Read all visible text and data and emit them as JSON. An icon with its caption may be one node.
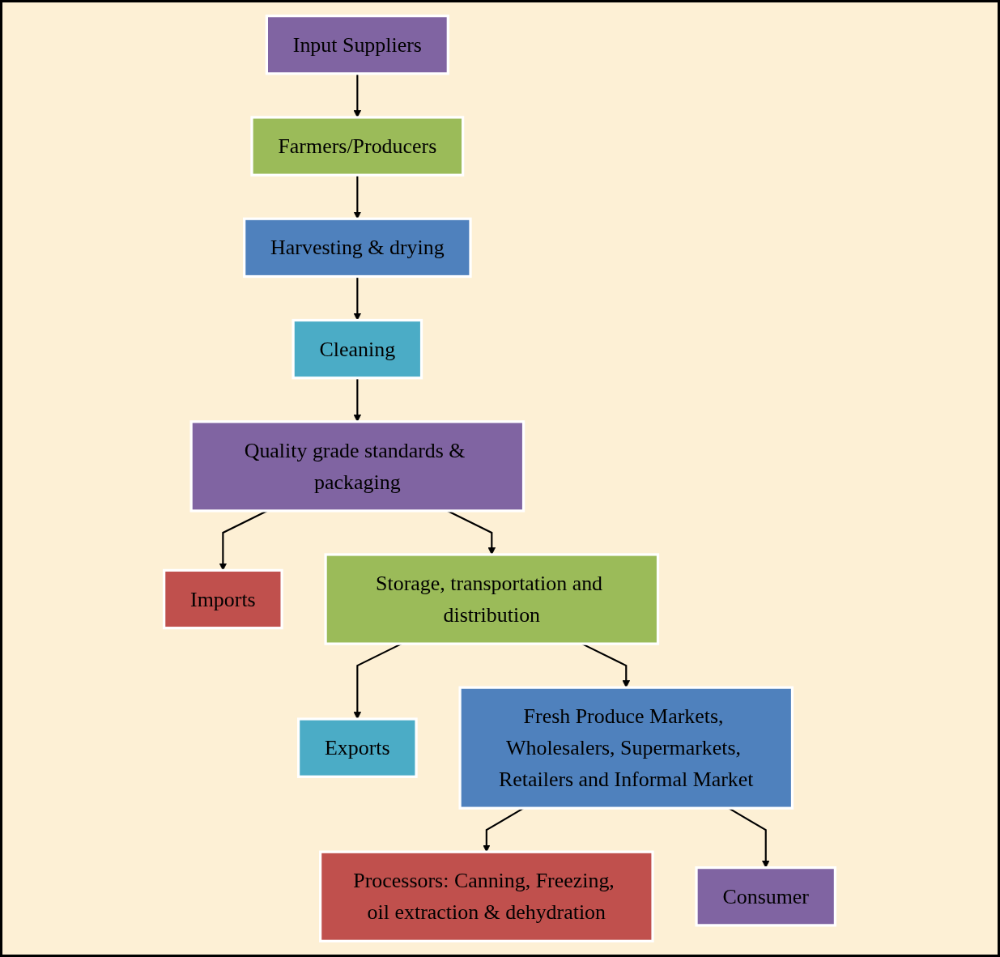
{
  "diagram": {
    "nodes": [
      {
        "text": [
          "Input Suppliers"
        ]
      },
      {
        "text": [
          "Farmers/Producers"
        ]
      },
      {
        "text": [
          "Harvesting & drying"
        ]
      },
      {
        "text": [
          "Cleaning"
        ]
      },
      {
        "text": [
          "Imports"
        ]
      },
      {
        "text": [
          "Quality grade standards & packaging"
        ]
      },
      {
        "text": [
          "Storage, transportation and distribution"
        ]
      },
      {
        "text": [
          "Exports"
        ]
      },
      {
        "text": [
          "Fresh Produce Markets, Wholesalers, Supermarkets, Retailers and Informal Market"
        ]
      },
      {
        "text": [
          "Processors: Canning, Freezing, oil extraction & dehydration"
        ]
      },
      {
        "text": [
          "Consumer"
        ]
      }
    ],
    "edges": [
      {
        "from": 0,
        "to": 1,
        "arrow": "to"
      },
      {
        "from": 1,
        "to": 2,
        "arrow": "to"
      },
      {
        "from": 2,
        "to": 3,
        "arrow": "to"
      },
      {
        "from": 3,
        "to": 5,
        "arrow": "to"
      },
      {
        "from": 5,
        "to": 4,
        "arrow": "to"
      },
      {
        "from": 5,
        "to": 6,
        "arrow": "to"
      },
      {
        "from": 6,
        "to": 7,
        "arrow": "to"
      },
      {
        "from": 6,
        "to": 8,
        "arrow": "to"
      },
      {
        "from": 8,
        "to": 9,
        "arrow": "to"
      },
      {
        "from": 8,
        "to": 10,
        "arrow": "to"
      }
    ]
  }
}
